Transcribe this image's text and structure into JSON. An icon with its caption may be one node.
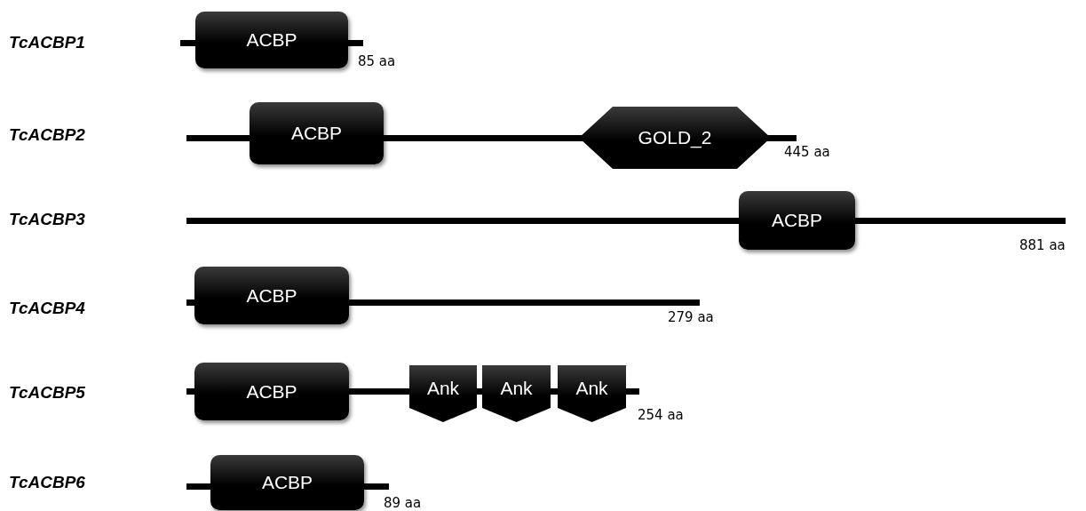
{
  "diagram": {
    "nodes": [
      {
        "text": [
          "ACBP"
        ]
      },
      {
        "text": [
          "ACBP"
        ]
      },
      {
        "text": [
          "GOLD_2"
        ]
      },
      {
        "text": [
          "ACBP"
        ]
      },
      {
        "text": [
          "ACBP"
        ]
      },
      {
        "text": [
          "ACBP"
        ]
      },
      {
        "text": [
          "Ank"
        ]
      },
      {
        "text": [
          "Ank"
        ]
      },
      {
        "text": [
          "Ank"
        ]
      },
      {
        "text": [
          "ACBP"
        ]
      }
    ],
    "edges": [],
    "labels": [
      "TcACBP1",
      "85 aa",
      "TcACBP2",
      "445 aa",
      "TcACBP3",
      "881 aa",
      "TcACBP4",
      "279 aa",
      "TcACBP5",
      "254 aa",
      "TcACBP6",
      "89 aa"
    ]
  }
}
